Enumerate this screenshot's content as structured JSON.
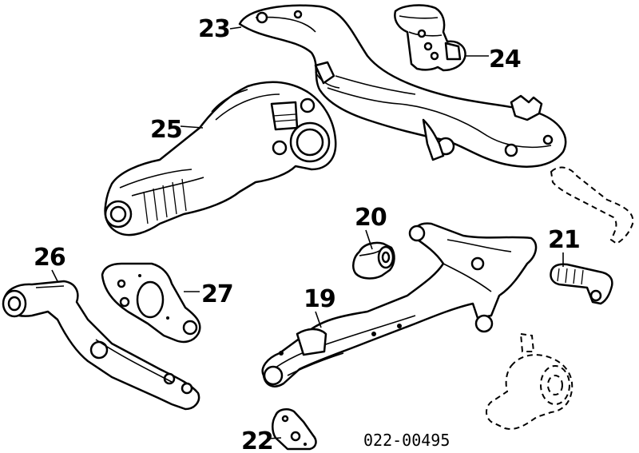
{
  "callouts": {
    "c19": "19",
    "c20": "20",
    "c21": "21",
    "c22": "22",
    "c23": "23",
    "c24": "24",
    "c25": "25",
    "c26": "26",
    "c27": "27"
  },
  "diagram_code": "022-00495"
}
